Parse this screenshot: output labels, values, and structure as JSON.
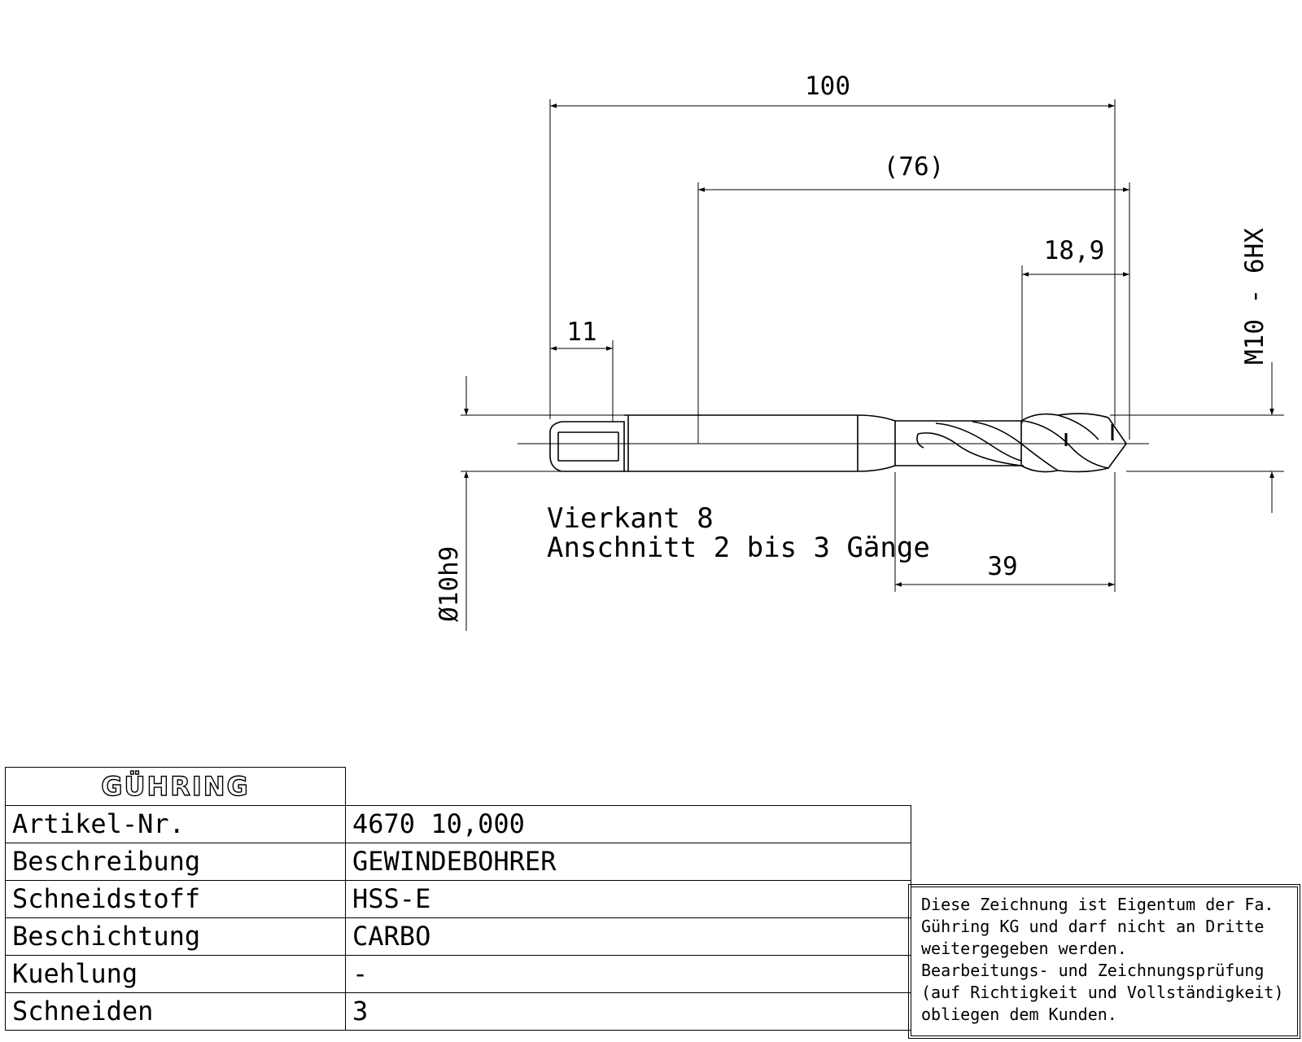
{
  "drawing": {
    "dimensions": {
      "overall_length": "100",
      "shank_length": "(76)",
      "chamfer_length": "18,9",
      "square_length": "11",
      "thread_length": "39",
      "shank_diameter": "Ø10h9",
      "thread_spec": "M10 - 6HX"
    },
    "notes": [
      "Vierkant 8",
      "Anschnitt 2 bis 3 Gänge"
    ]
  },
  "title_block": {
    "logo": "GÜHRING",
    "rows": [
      {
        "label": "Artikel-Nr.",
        "value": "4670 10,000"
      },
      {
        "label": "Beschreibung",
        "value": "GEWINDEBOHRER"
      },
      {
        "label": "Schneidstoff",
        "value": "HSS-E"
      },
      {
        "label": "Beschichtung",
        "value": "CARBO"
      },
      {
        "label": "Kuehlung",
        "value": "-"
      },
      {
        "label": "Schneiden",
        "value": "3"
      }
    ]
  },
  "disclaimer": [
    "Diese Zeichnung ist Eigentum der Fa.",
    "Gühring KG und darf nicht an Dritte",
    "weitergegeben werden.",
    "Bearbeitungs- und Zeichnungsprüfung",
    "(auf Richtigkeit und Vollständigkeit)",
    "obliegen dem Kunden."
  ]
}
